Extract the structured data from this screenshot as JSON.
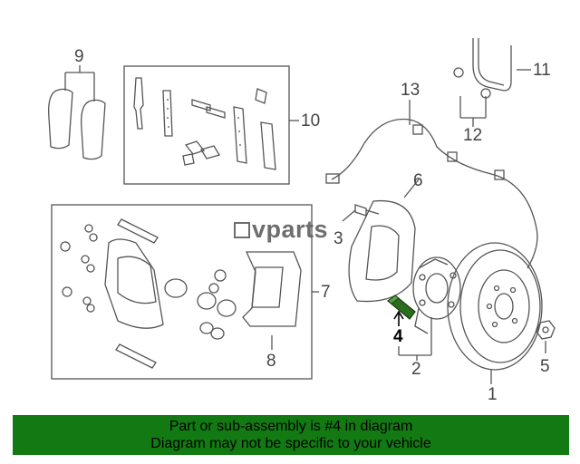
{
  "callouts": {
    "c1": "1",
    "c2": "2",
    "c3": "3",
    "c4": "4",
    "c5": "5",
    "c6": "6",
    "c7": "7",
    "c8": "8",
    "c9": "9",
    "c10": "10",
    "c11": "11",
    "c12": "12",
    "c13": "13"
  },
  "watermark": {
    "text": "vparts"
  },
  "banner": {
    "line1": "Part or sub-assembly is #4 in diagram",
    "line2": "Diagram may not be specific to your vehicle"
  },
  "colors": {
    "banner_bg": "#137a13",
    "line_color": "#555555",
    "highlight_part": "#2a6e1e"
  },
  "highlighted_part": "4"
}
